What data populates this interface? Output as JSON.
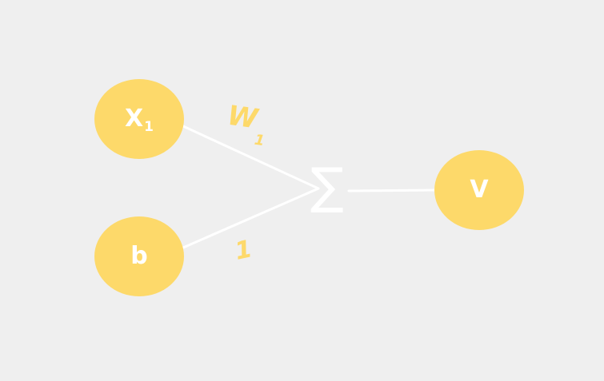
{
  "colors": {
    "background": "#efefef",
    "node_fill": "#fdd96a",
    "weight_text": "#fdd96a",
    "edge_stroke": "#ffffff",
    "node_text": "#ffffff"
  },
  "nodes": {
    "x1": {
      "label": "X",
      "subscript": "1"
    },
    "b": {
      "label": "b"
    },
    "v": {
      "label": "V"
    }
  },
  "weights": {
    "w1": {
      "label": "W",
      "subscript": "1"
    },
    "bias": {
      "label": "1"
    }
  },
  "sum": {
    "symbol": "∑"
  }
}
